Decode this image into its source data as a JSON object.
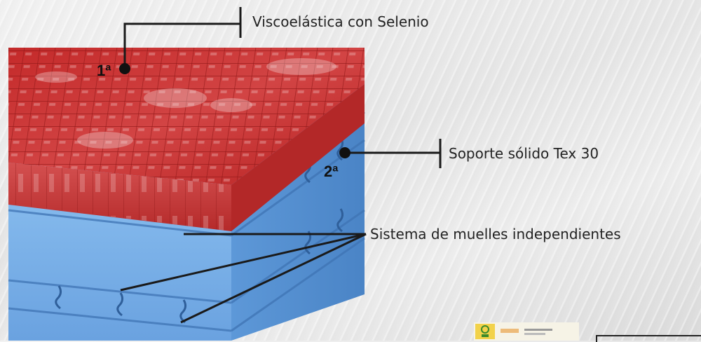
{
  "labels": {
    "layer1": "Viscoelástica con Selenio",
    "layer2": "Soporte sólido Tex 30",
    "springs": "Sistema de muelles independientes"
  },
  "markers": {
    "first": "1ª",
    "second": "2ª"
  },
  "colors": {
    "foam_red": "#c93030",
    "foam_blue": "#7db3ea",
    "foam_blue_dark": "#4a86cc",
    "leader_line": "#1a1a1a"
  },
  "icons": [
    "logo-badges"
  ]
}
